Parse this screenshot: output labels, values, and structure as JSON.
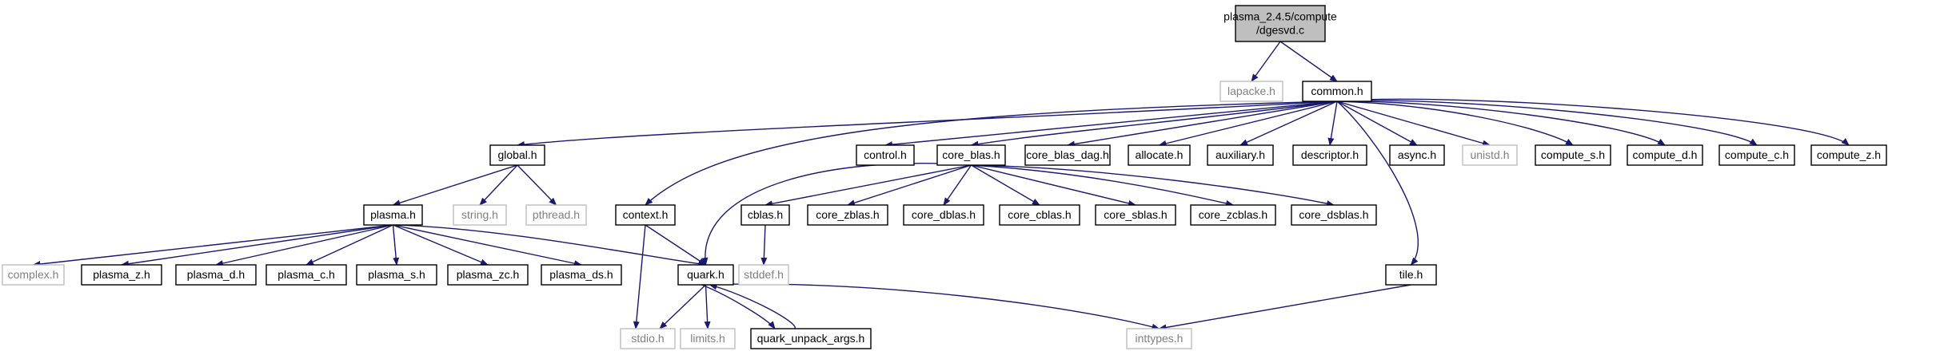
{
  "colors": {
    "edge": "#191970",
    "root_fill": "#bfbfbf",
    "box_stroke": "#000000",
    "missing_stroke": "#bfbfbf",
    "text": "#000000",
    "missing_text": "#808080"
  },
  "nodes": [
    {
      "id": "root",
      "lines": [
        "plasma_2.4.5/compute",
        "/dgesvd.c"
      ],
      "style": "root"
    },
    {
      "id": "lapacke",
      "lines": [
        "lapacke.h"
      ],
      "style": "missing"
    },
    {
      "id": "common",
      "lines": [
        "common.h"
      ],
      "style": "normal"
    },
    {
      "id": "global",
      "lines": [
        "global.h"
      ],
      "style": "normal"
    },
    {
      "id": "control",
      "lines": [
        "control.h"
      ],
      "style": "normal"
    },
    {
      "id": "core_blas",
      "lines": [
        "core_blas.h"
      ],
      "style": "normal"
    },
    {
      "id": "core_blas_dag",
      "lines": [
        "core_blas_dag.h"
      ],
      "style": "normal"
    },
    {
      "id": "allocate",
      "lines": [
        "allocate.h"
      ],
      "style": "normal"
    },
    {
      "id": "auxiliary",
      "lines": [
        "auxiliary.h"
      ],
      "style": "normal"
    },
    {
      "id": "descriptor",
      "lines": [
        "descriptor.h"
      ],
      "style": "normal"
    },
    {
      "id": "async",
      "lines": [
        "async.h"
      ],
      "style": "normal"
    },
    {
      "id": "unistd",
      "lines": [
        "unistd.h"
      ],
      "style": "missing"
    },
    {
      "id": "compute_s",
      "lines": [
        "compute_s.h"
      ],
      "style": "normal"
    },
    {
      "id": "compute_d",
      "lines": [
        "compute_d.h"
      ],
      "style": "normal"
    },
    {
      "id": "compute_c",
      "lines": [
        "compute_c.h"
      ],
      "style": "normal"
    },
    {
      "id": "compute_z",
      "lines": [
        "compute_z.h"
      ],
      "style": "normal"
    },
    {
      "id": "plasma",
      "lines": [
        "plasma.h"
      ],
      "style": "normal"
    },
    {
      "id": "string",
      "lines": [
        "string.h"
      ],
      "style": "missing"
    },
    {
      "id": "pthread",
      "lines": [
        "pthread.h"
      ],
      "style": "missing"
    },
    {
      "id": "context",
      "lines": [
        "context.h"
      ],
      "style": "normal"
    },
    {
      "id": "cblas",
      "lines": [
        "cblas.h"
      ],
      "style": "normal"
    },
    {
      "id": "core_zblas",
      "lines": [
        "core_zblas.h"
      ],
      "style": "normal"
    },
    {
      "id": "core_dblas",
      "lines": [
        "core_dblas.h"
      ],
      "style": "normal"
    },
    {
      "id": "core_cblas",
      "lines": [
        "core_cblas.h"
      ],
      "style": "normal"
    },
    {
      "id": "core_sblas",
      "lines": [
        "core_sblas.h"
      ],
      "style": "normal"
    },
    {
      "id": "core_zcblas",
      "lines": [
        "core_zcblas.h"
      ],
      "style": "normal"
    },
    {
      "id": "core_dsblas",
      "lines": [
        "core_dsblas.h"
      ],
      "style": "normal"
    },
    {
      "id": "stddef",
      "lines": [
        "stddef.h"
      ],
      "style": "missing"
    },
    {
      "id": "complex",
      "lines": [
        "complex.h"
      ],
      "style": "missing"
    },
    {
      "id": "plasma_z",
      "lines": [
        "plasma_z.h"
      ],
      "style": "normal"
    },
    {
      "id": "plasma_d",
      "lines": [
        "plasma_d.h"
      ],
      "style": "normal"
    },
    {
      "id": "plasma_c",
      "lines": [
        "plasma_c.h"
      ],
      "style": "normal"
    },
    {
      "id": "plasma_s",
      "lines": [
        "plasma_s.h"
      ],
      "style": "normal"
    },
    {
      "id": "plasma_zc",
      "lines": [
        "plasma_zc.h"
      ],
      "style": "normal"
    },
    {
      "id": "plasma_ds",
      "lines": [
        "plasma_ds.h"
      ],
      "style": "normal"
    },
    {
      "id": "quark",
      "lines": [
        "quark.h"
      ],
      "style": "normal"
    },
    {
      "id": "tile",
      "lines": [
        "tile.h"
      ],
      "style": "normal"
    },
    {
      "id": "stdio",
      "lines": [
        "stdio.h"
      ],
      "style": "missing"
    },
    {
      "id": "limits",
      "lines": [
        "limits.h"
      ],
      "style": "missing"
    },
    {
      "id": "quark_unpack_args",
      "lines": [
        "quark_unpack_args.h"
      ],
      "style": "normal"
    },
    {
      "id": "inttypes",
      "lines": [
        "inttypes.h"
      ],
      "style": "missing"
    }
  ],
  "edges": [
    {
      "from": "root",
      "to": "lapacke"
    },
    {
      "from": "root",
      "to": "common"
    },
    {
      "from": "common",
      "to": "global"
    },
    {
      "from": "common",
      "to": "control"
    },
    {
      "from": "common",
      "to": "core_blas"
    },
    {
      "from": "common",
      "to": "core_blas_dag"
    },
    {
      "from": "common",
      "to": "allocate"
    },
    {
      "from": "common",
      "to": "auxiliary"
    },
    {
      "from": "common",
      "to": "descriptor"
    },
    {
      "from": "common",
      "to": "async"
    },
    {
      "from": "common",
      "to": "unistd"
    },
    {
      "from": "common",
      "to": "compute_s"
    },
    {
      "from": "common",
      "to": "compute_d"
    },
    {
      "from": "common",
      "to": "compute_c"
    },
    {
      "from": "common",
      "to": "compute_z"
    },
    {
      "from": "common",
      "to": "context"
    },
    {
      "from": "common",
      "to": "tile"
    },
    {
      "from": "global",
      "to": "plasma"
    },
    {
      "from": "global",
      "to": "string"
    },
    {
      "from": "global",
      "to": "pthread"
    },
    {
      "from": "core_blas",
      "to": "cblas"
    },
    {
      "from": "core_blas",
      "to": "core_zblas"
    },
    {
      "from": "core_blas",
      "to": "core_dblas"
    },
    {
      "from": "core_blas",
      "to": "core_cblas"
    },
    {
      "from": "core_blas",
      "to": "core_sblas"
    },
    {
      "from": "core_blas",
      "to": "core_zcblas"
    },
    {
      "from": "core_blas",
      "to": "core_dsblas"
    },
    {
      "from": "core_blas",
      "to": "quark"
    },
    {
      "from": "cblas",
      "to": "stddef"
    },
    {
      "from": "plasma",
      "to": "complex"
    },
    {
      "from": "plasma",
      "to": "plasma_z"
    },
    {
      "from": "plasma",
      "to": "plasma_d"
    },
    {
      "from": "plasma",
      "to": "plasma_c"
    },
    {
      "from": "plasma",
      "to": "plasma_s"
    },
    {
      "from": "plasma",
      "to": "plasma_zc"
    },
    {
      "from": "plasma",
      "to": "plasma_ds"
    },
    {
      "from": "plasma",
      "to": "quark"
    },
    {
      "from": "context",
      "to": "quark"
    },
    {
      "from": "context",
      "to": "stdio"
    },
    {
      "from": "quark",
      "to": "stdio"
    },
    {
      "from": "quark",
      "to": "limits"
    },
    {
      "from": "quark",
      "to": "quark_unpack_args"
    },
    {
      "from": "quark",
      "to": "inttypes"
    },
    {
      "from": "quark_unpack_args",
      "to": "quark"
    },
    {
      "from": "tile",
      "to": "inttypes"
    }
  ]
}
